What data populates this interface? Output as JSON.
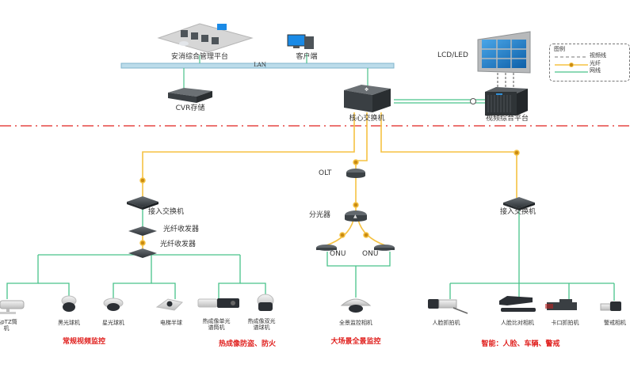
{
  "diagram": {
    "top": {
      "mgmt_platform": "安消综合管理平台",
      "client": "客户端",
      "lan": "LAN",
      "cvr": "CVR存储",
      "core_switch": "核心交换机",
      "display": "LCD/LED",
      "video_platform": "视频综合平台"
    },
    "legend": {
      "title": "图例",
      "items": [
        {
          "label": "视频线",
          "style": "dashed",
          "color": "#777777"
        },
        {
          "label": "光纤",
          "style": "fiber",
          "color": "#f5c242"
        },
        {
          "label": "网线",
          "style": "solid",
          "color": "#49c28a"
        }
      ]
    },
    "left_branch": {
      "access_switch": "接入交换机",
      "transceiver_1": "光纤收发器",
      "transceiver_2": "光纤收发器",
      "devices": [
        {
          "label_1": "热pTZ筒",
          "label_2": "机"
        },
        {
          "label_1": "黑光球机",
          "label_2": ""
        },
        {
          "label_1": "星光球机",
          "label_2": ""
        },
        {
          "label_1": "电梯半球",
          "label_2": ""
        },
        {
          "label_1": "热成像单光",
          "label_2": "谱筒机"
        },
        {
          "label_1": "热成像双光",
          "label_2": "谱球机"
        }
      ],
      "group_1": "常规视频监控",
      "group_2": "热成像防盗、防火"
    },
    "middle_branch": {
      "olt": "OLT",
      "splitter": "分光器",
      "onu_left": "ONU",
      "onu_right": "ONU",
      "device": "全景监控相机",
      "group": "大场景全景监控"
    },
    "right_branch": {
      "access_switch": "接入交换机",
      "devices": [
        {
          "label": "人脸抓拍机"
        },
        {
          "label": "人脸比对相机"
        },
        {
          "label": "卡口抓拍机"
        },
        {
          "label": "警戒相机"
        }
      ],
      "group": "智能：人脸、车辆、警戒"
    },
    "colors": {
      "network": "#49c28a",
      "fiber": "#f5c242",
      "fiber_node": "#c98a12",
      "separator": "#e0201e",
      "lan_bar": "#bcdcea"
    }
  }
}
